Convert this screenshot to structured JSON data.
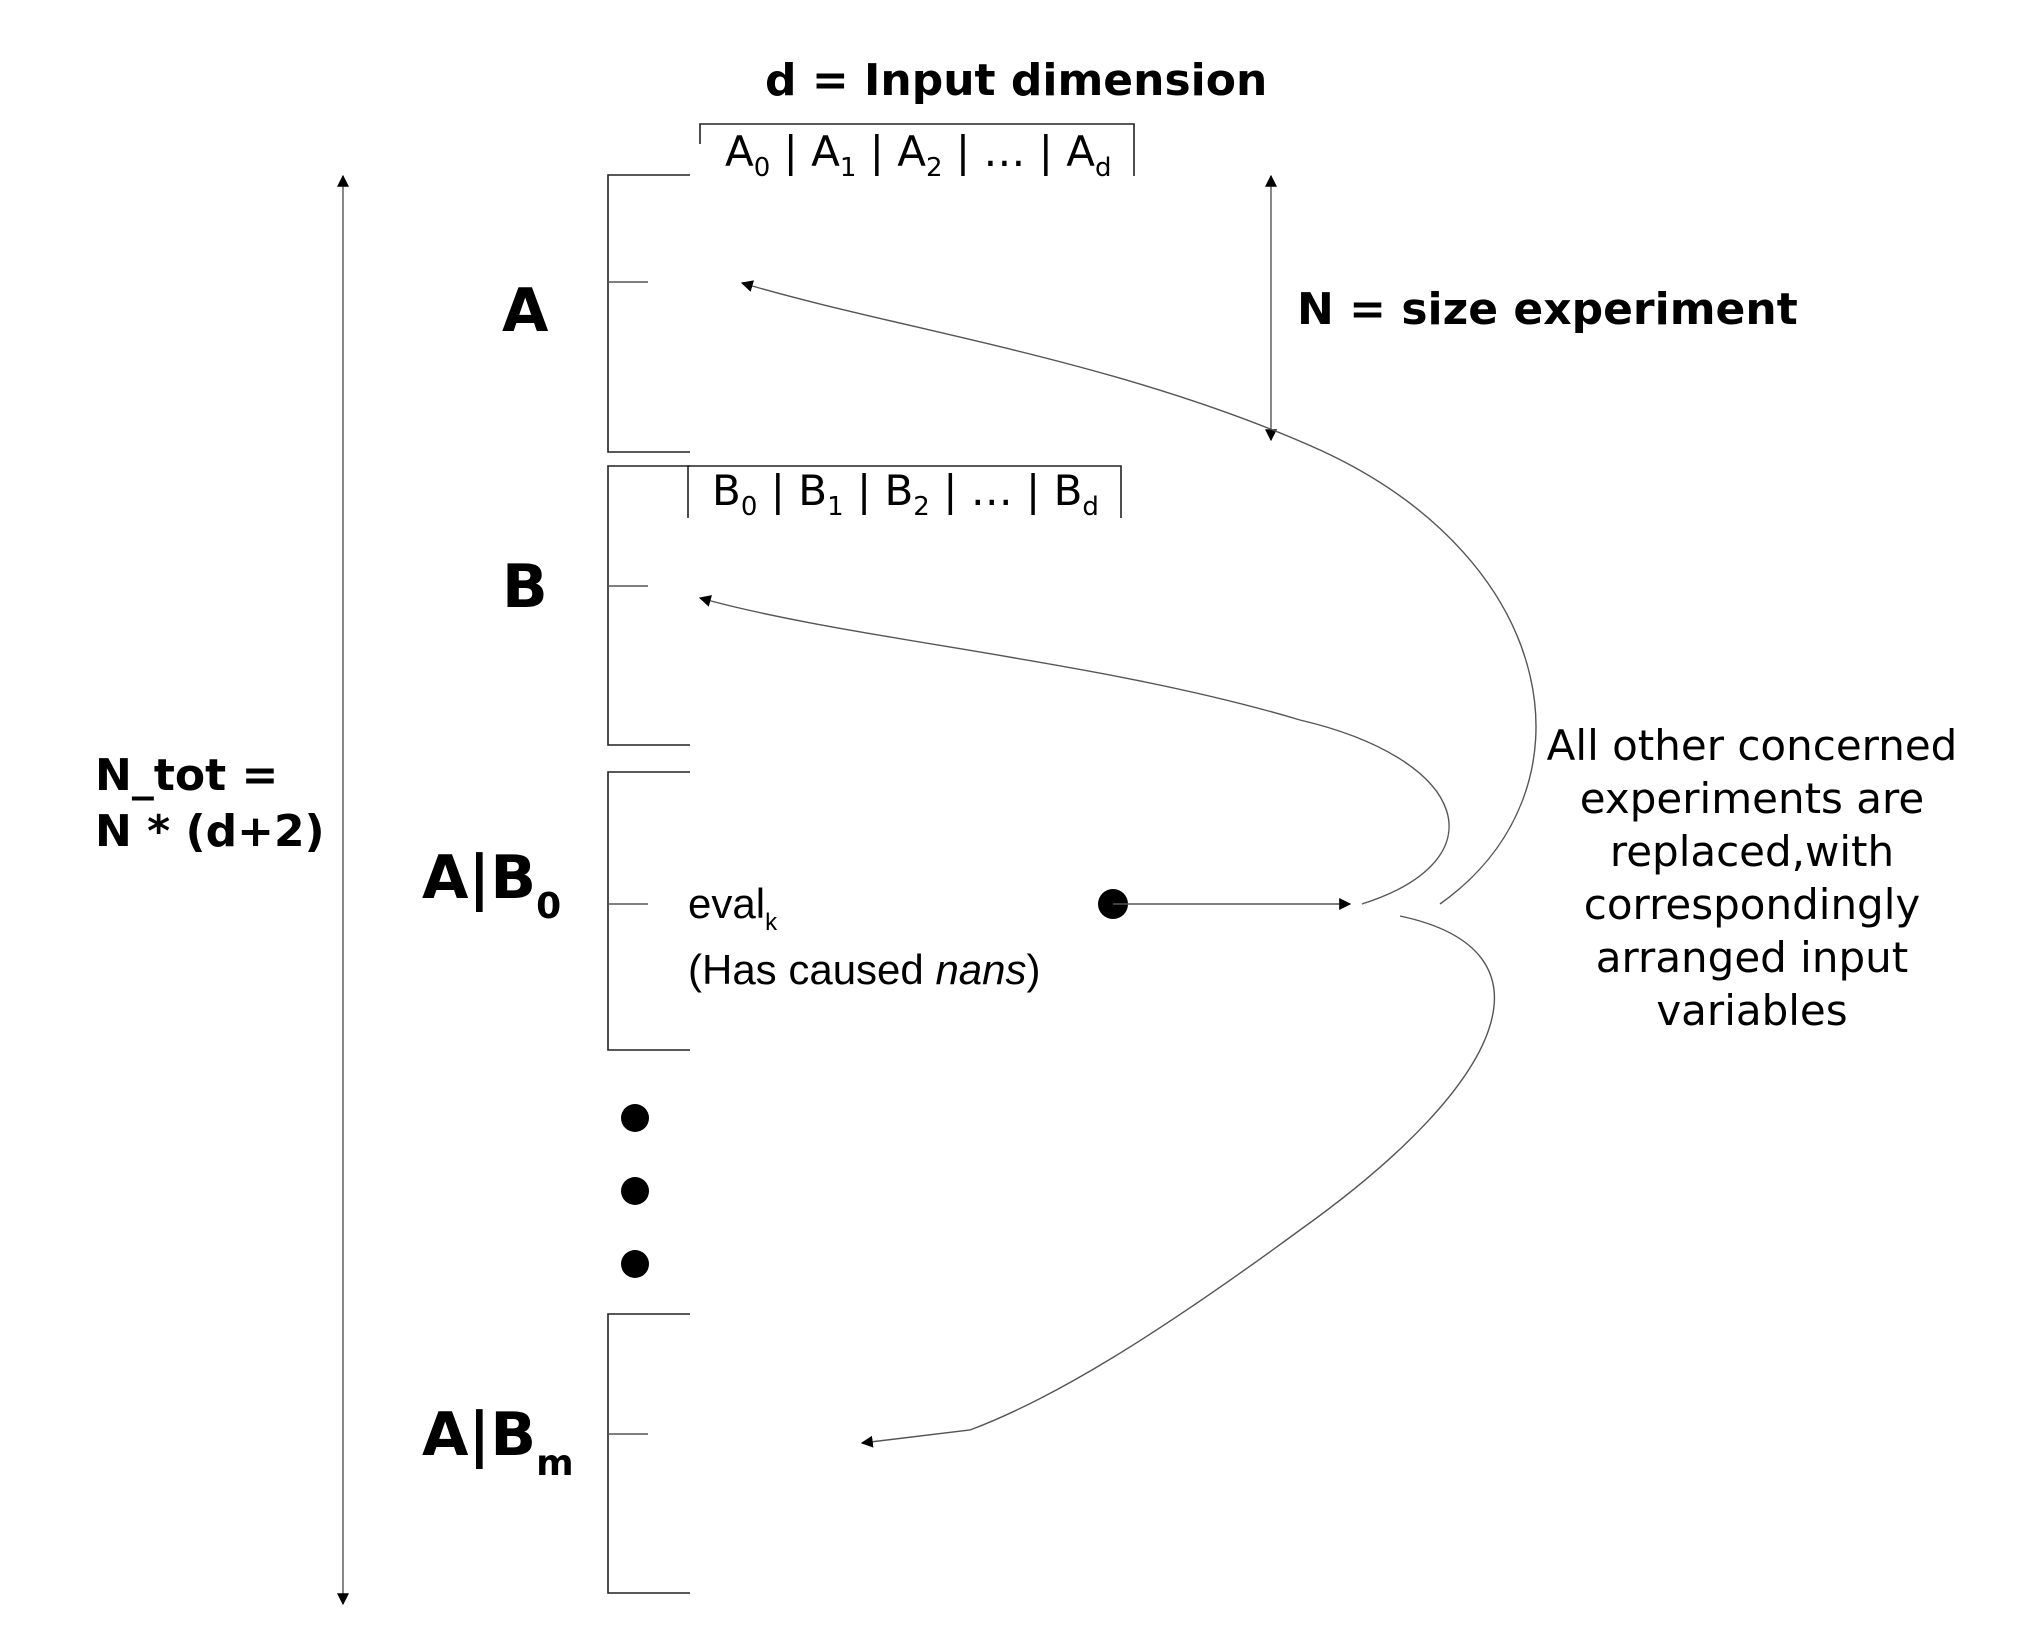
{
  "header": {
    "input_dimension_label": "d = Input dimension",
    "a_columns": {
      "base": "A",
      "subs": [
        "0",
        "1",
        "2"
      ],
      "ellipsis": "…",
      "last_sub": "d"
    },
    "b_columns": {
      "base": "B",
      "subs": [
        "0",
        "1",
        "2"
      ],
      "ellipsis": "…",
      "last_sub": "d"
    }
  },
  "size_label": "N = size experiment",
  "total_label": {
    "line1": "N_tot =",
    "line2": "N * (d+2)"
  },
  "blocks": [
    {
      "label": "A",
      "sub": ""
    },
    {
      "label": "B",
      "sub": ""
    },
    {
      "label": "A|B",
      "sub": "0"
    },
    {
      "label": "A|B",
      "sub": "m"
    }
  ],
  "eval": {
    "base": "eval",
    "sub": "k",
    "note_prefix": "(Has caused ",
    "note_italic": "nans",
    "note_suffix": ")"
  },
  "replacement_note": [
    "All other concerned",
    "experiments are",
    "replaced,with",
    "correspondingly",
    "arranged input",
    "variables"
  ]
}
